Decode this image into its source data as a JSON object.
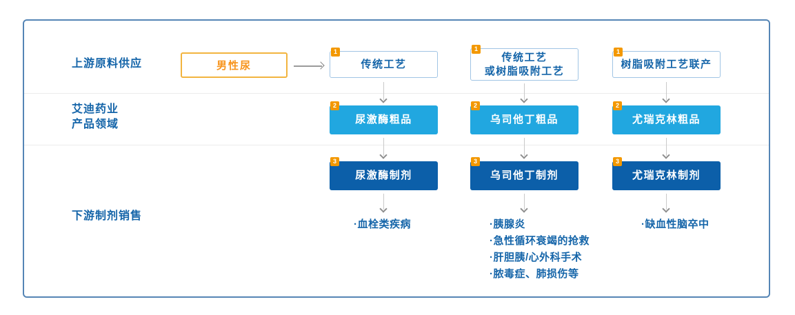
{
  "labels": {
    "row1": "上游原料供应",
    "row2_line1": "艾迪药业",
    "row2_line2": "产品领域",
    "row3": "下游制剂销售"
  },
  "badges": {
    "step1": "1",
    "step2": "2",
    "step3": "3"
  },
  "source": {
    "label": "男性尿"
  },
  "columns": [
    {
      "process_lines": [
        "传统工艺"
      ],
      "crude": "尿激酶粗品",
      "formulation": "尿激酶制剂",
      "indications": [
        "·血栓类疾病"
      ]
    },
    {
      "process_lines": [
        "传统工艺",
        "或树脂吸附工艺"
      ],
      "crude": "乌司他丁粗品",
      "formulation": "乌司他丁制剂",
      "indications": [
        "·胰腺炎",
        "·急性循环衰竭的抢救",
        "·肝胆胰/心外科手术",
        "·脓毒症、肺损伤等"
      ]
    },
    {
      "process_lines": [
        "树脂吸附工艺联产"
      ],
      "crude": "尤瑞克林粗品",
      "formulation": "尤瑞克林制剂",
      "indications": [
        "·缺血性脑卒中"
      ]
    }
  ],
  "colors": {
    "frame_border": "#5585b5",
    "text_blue": "#1565a9",
    "process_border": "#a0c4e4",
    "crude_fill": "#21a7e0",
    "formulation_fill": "#0c5fa9",
    "badge_orange": "#f39800",
    "source_border": "#f2b43e",
    "source_text": "#f7941d",
    "arrow_gray": "#8f8f8f"
  }
}
